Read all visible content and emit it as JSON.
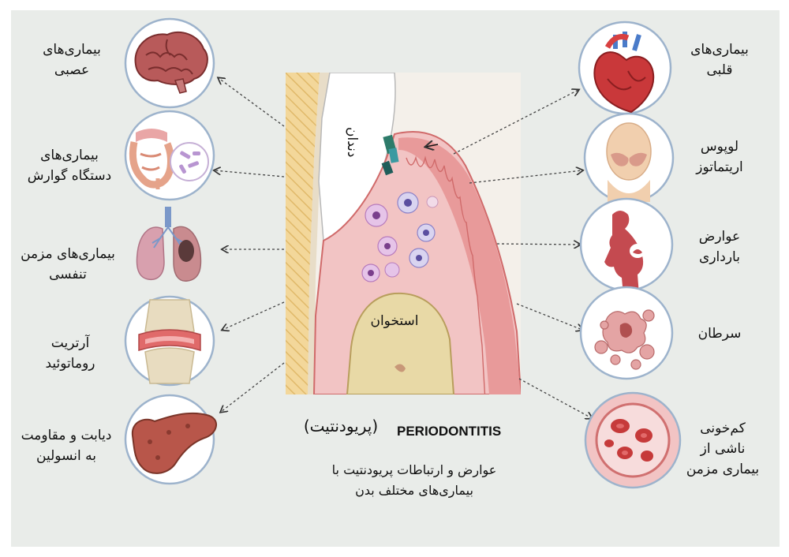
{
  "title": {
    "english": "PERIODONTITIS",
    "persian": "(پریودنتیت)"
  },
  "caption": {
    "line1": "عوارض و ارتباطات پریودنتیت با",
    "line2": "بیماری‌های مختلف بدن"
  },
  "center_labels": {
    "tooth": "دندان",
    "bone": "استخوان"
  },
  "left_conditions": [
    {
      "line1": "بیماری‌های",
      "line2": "عصبی",
      "icon": "brain-icon"
    },
    {
      "line1": "بیماری‌های",
      "line2": "دستگاه گوارش",
      "icon": "digestive-system-icon"
    },
    {
      "line1": "بیماری‌های مزمن",
      "line2": "تنفسی",
      "icon": "lungs-icon"
    },
    {
      "line1": "آرتریت",
      "line2": "روماتوئید",
      "icon": "joint-icon"
    },
    {
      "line1": "دیابت و مقاومت",
      "line2": "به انسولین",
      "icon": "pancreas-icon"
    }
  ],
  "right_conditions": [
    {
      "line1": "بیماری‌های",
      "line2": "قلبی",
      "line3": "",
      "icon": "heart-icon"
    },
    {
      "line1": "لوپوس",
      "line2": "اریتماتوز",
      "line3": "",
      "icon": "lupus-face-icon"
    },
    {
      "line1": "عوارض",
      "line2": "بارداری",
      "line3": "",
      "icon": "pregnancy-icon"
    },
    {
      "line1": "سرطان",
      "line2": "",
      "line3": "",
      "icon": "cancer-cells-icon"
    },
    {
      "line1": "کم‌خونی",
      "line2": "ناشی از",
      "line3": "بیماری مزمن",
      "icon": "red-blood-cells-icon"
    }
  ],
  "colors": {
    "panel": "#e9ece9",
    "circle_fill": "#ffffff",
    "circle_stroke": "#9db3cc",
    "gum": "#e89a9a",
    "gum_dark": "#d06a6a",
    "bone": "#e8d9a6",
    "tooth": "#ffffff"
  }
}
